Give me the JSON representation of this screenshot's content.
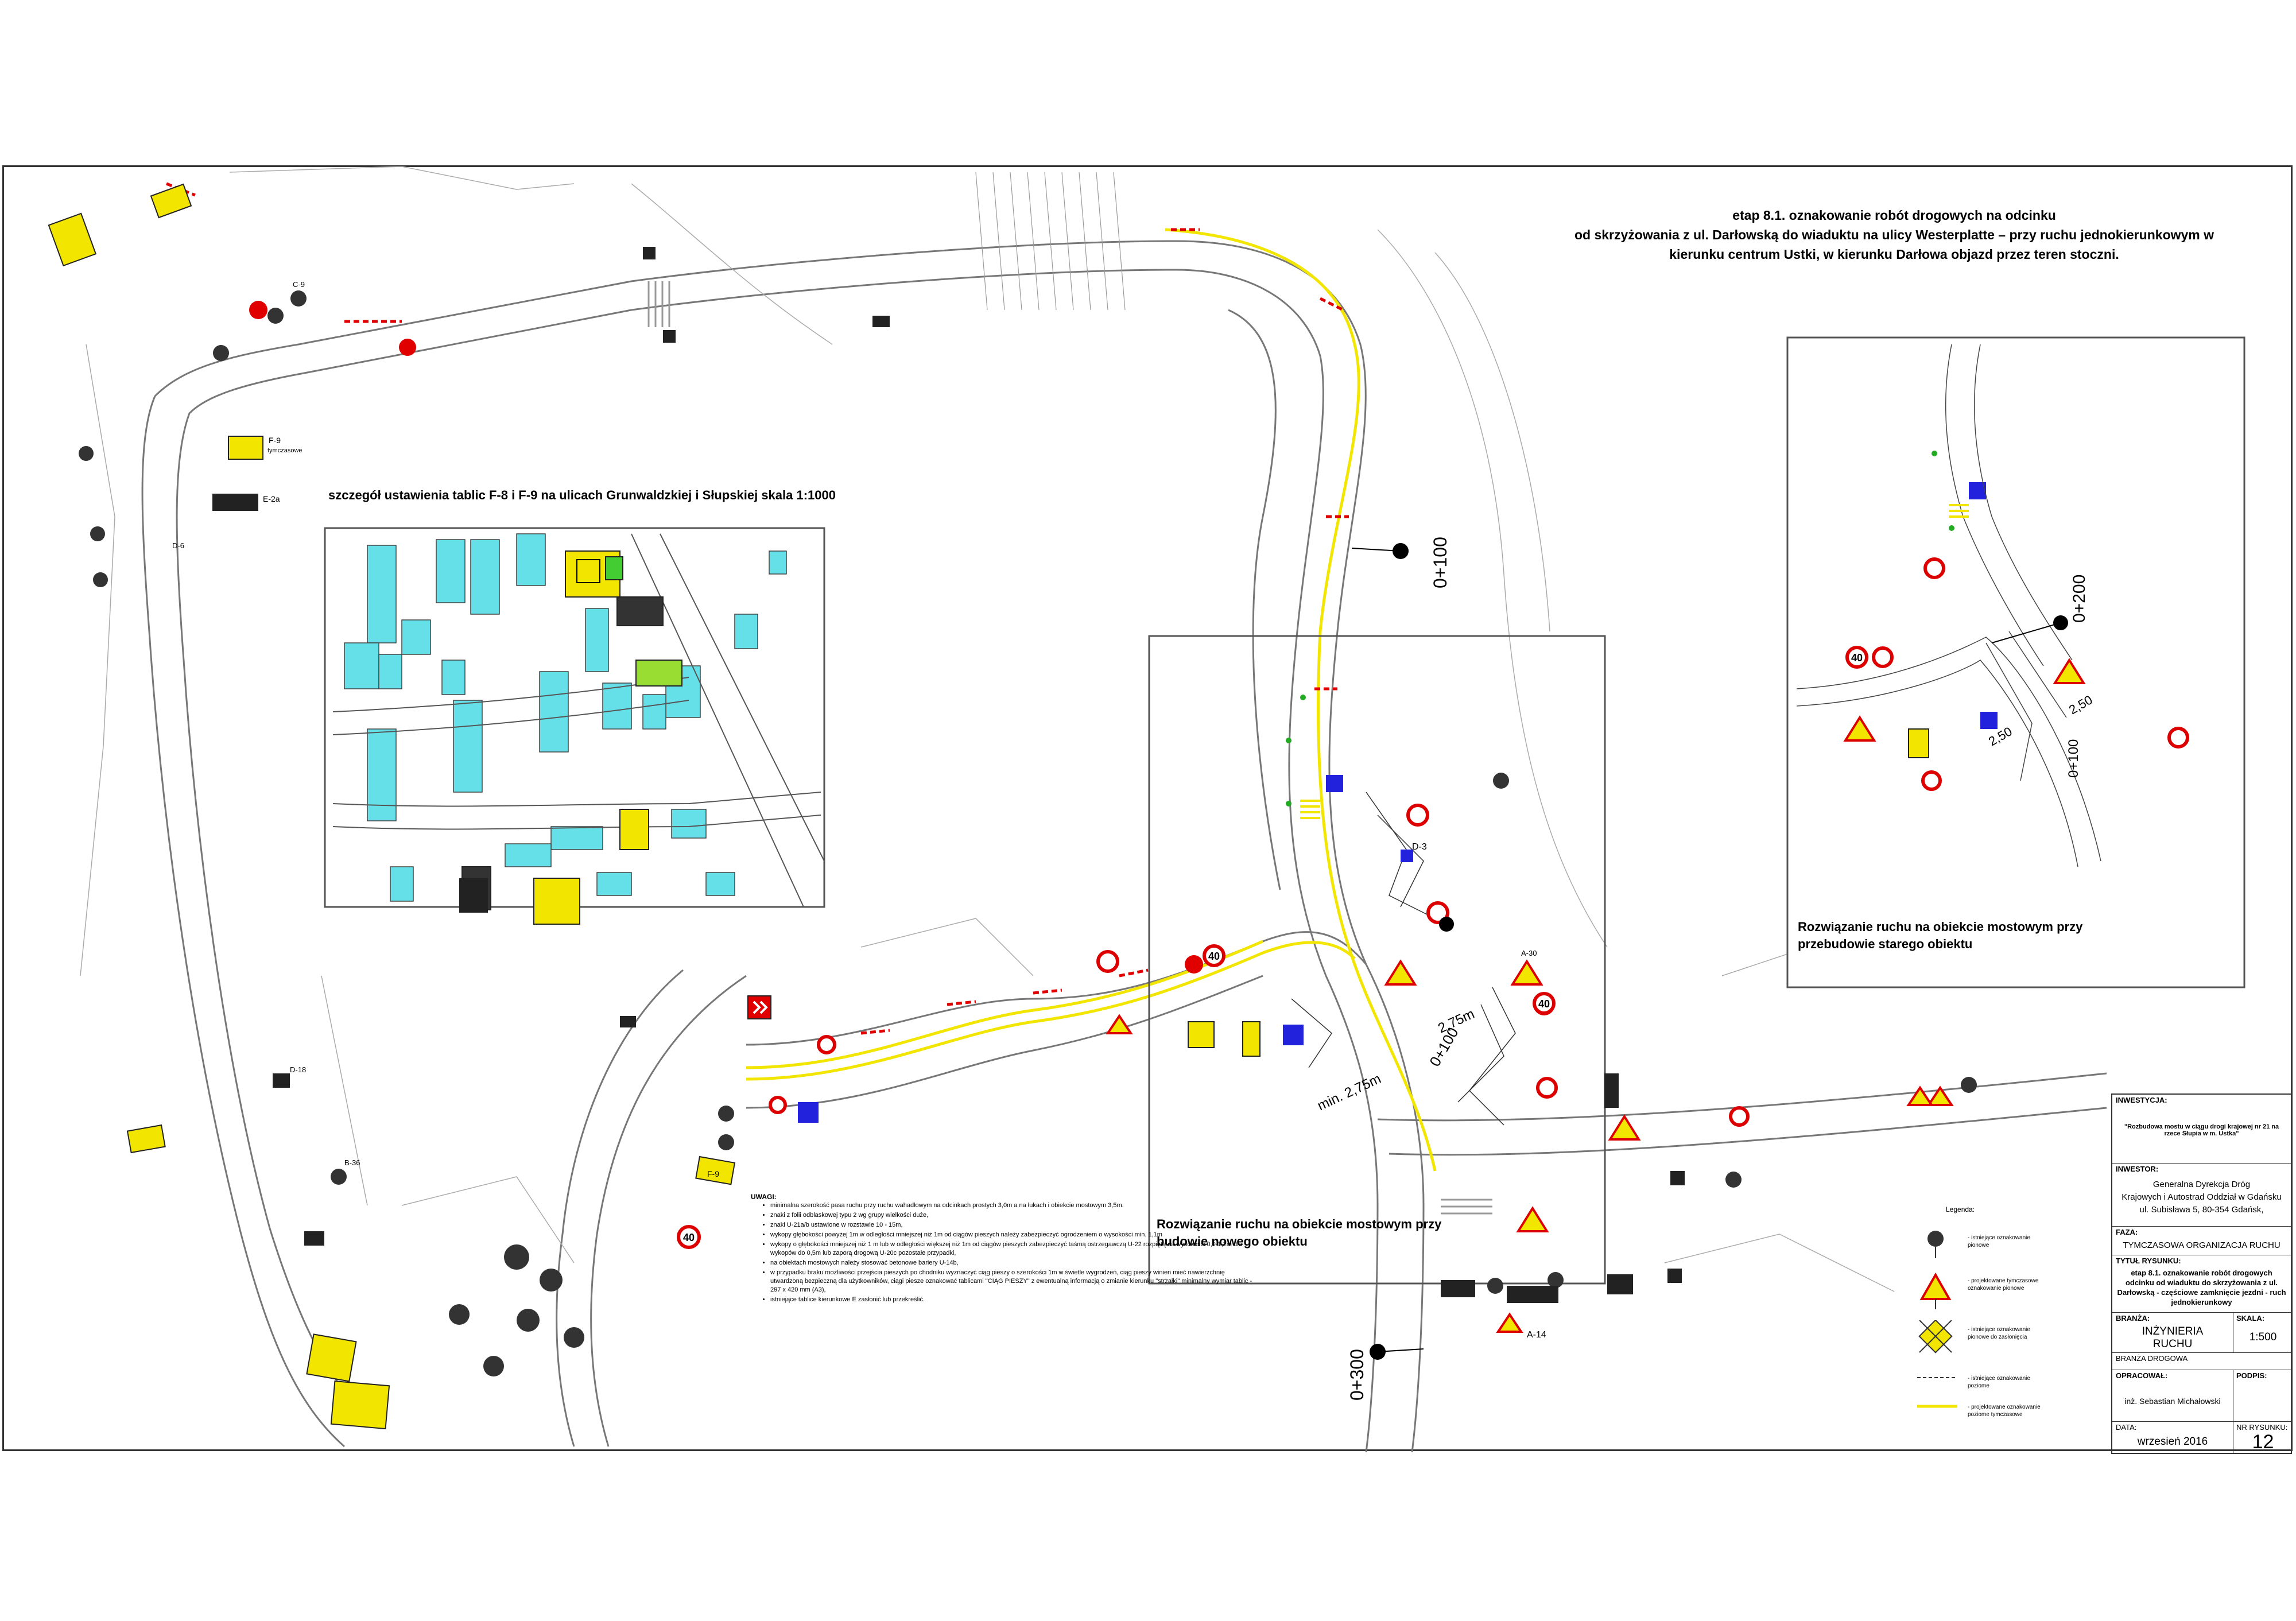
{
  "title_lines": [
    "etap 8.1. oznakowanie robót drogowych na odcinku",
    "od skrzyżowania z ul. Darłowską do wiaduktu na ulicy Westerplatte – przy ruchu jednokierunkowym w",
    "kierunku centrum Ustki, w kierunku Darłowa objazd przez teren stoczni."
  ],
  "detail_left": {
    "caption": "szczegół ustawienia tablic F-8 i F-9 na ulicach Grunwaldzkiej i Słupskiej skala 1:1000"
  },
  "detail_right": {
    "caption_lines": [
      "Rozwiązanie ruchu na obiekcie mostowym przy",
      "przebudowie starego obiektu"
    ]
  },
  "detail_center": {
    "caption_lines": [
      "Rozwiązanie ruchu na obiekcie mostowym przy",
      "budowie nowego obiektu"
    ]
  },
  "chainage": {
    "main_100": "0+100",
    "main_300": "0+300",
    "right_200": "0+200",
    "right_100": "0+100",
    "center_100": "0+100"
  },
  "dimensions": {
    "min_275": "min. 2,75m",
    "d_275": "2,75m",
    "r_250a": "2,50",
    "r_250b": "2,50"
  },
  "sign_labels": {
    "e2a": "E-2a",
    "f9": "F-9",
    "f9b": "F-9",
    "a14": "A-14",
    "d3": "D-3",
    "d18": "D-18",
    "a30": "A-30",
    "b36": "B-36",
    "c9": "C-9",
    "d6": "D-6",
    "tymczasowe": "tymczasowe"
  },
  "speed": {
    "v40": "40"
  },
  "notes": {
    "heading": "UWAGI:",
    "items": [
      "minimalna szerokość pasa ruchu przy ruchu wahadłowym na odcinkach prostych 3,0m a na łukach i obiekcie mostowym 3,5m.",
      "znaki z folii odblaskowej typu 2 wg grupy wielkości duże,",
      "znaki U-21a/b ustawione w rozstawie 10 - 15m,",
      "wykopy głębokości powyżej 1m w odległości mniejszej niż 1m od ciągów pieszych należy zabezpieczyć ogrodzeniem o wysokości min. 1,1m",
      "wykopy o głębokości mniejszej niż 1 m lub w odległości większej niż 1m od ciągów pieszych zabezpieczyć taśmą ostrzegawczą U-22 rozpiętą na wysokości 0,9-1,2m dla wykopów do 0,5m lub zaporą drogową U-20c pozostałe przypadki,",
      "na obiektach mostowych należy stosować betonowe bariery U-14b,",
      "w przypadku braku możliwości przejścia pieszych po chodniku wyznaczyć ciąg pieszy o szerokości 1m w świetle wygrodzeń, ciąg pieszy winien mieć nawierzchnię utwardzoną bezpieczną dla użytkowników, ciągi piesze oznakować tablicami \"CIĄG PIESZY\" z ewentualną informacją o zmianie kierunku \"strzałki\" minimalny wymiar tablic - 297 x 420 mm (A3),",
      "istniejące tablice kierunkowe E zasłonić lub przekreślić."
    ]
  },
  "legend": {
    "heading": "Legenda:",
    "items": [
      "- istniejące oznakowanie pionowe",
      "- projektowane tymczasowe oznakowanie pionowe",
      "- istniejące oznakowanie pionowe do zasłonięcia",
      "- istniejące oznakowanie poziome",
      "- projektowane oznakowanie poziome tymczasowe"
    ]
  },
  "title_block": {
    "inwestycja_label": "INWESTYCJA:",
    "inwestycja_value": "\"Rozbudowa mostu w ciągu drogi krajowej nr 21 na rzece Słupia w m. Ustka\"",
    "inwestor_label": "INWESTOR:",
    "inwestor_lines": [
      "Generalna Dyrekcja Dróg",
      "Krajowych i Autostrad Oddział w Gdańsku",
      "ul. Subisława 5, 80-354 Gdańsk,"
    ],
    "faza_label": "FAZA:",
    "faza_value": "TYMCZASOWA ORGANIZACJA RUCHU",
    "tytul_label": "TYTUŁ RYSUNKU:",
    "tytul_value": "etap 8.1. oznakowanie robót drogowych odcinku od wiaduktu do skrzyżowania z ul. Darłowską - częściowe zamknięcie jezdni - ruch jednokierunkowy",
    "branza_label": "BRANŻA:",
    "branza_value": "INŻYNIERIA RUCHU",
    "skala_label": "SKALA:",
    "skala_value": "1:500",
    "branza_drogowa": "BRANŻA DROGOWA",
    "opracowal_label": "OPRACOWAŁ:",
    "opracowal_value": "inż. Sebastian Michałowski",
    "podpis_label": "PODPIS:",
    "data_label": "DATA:",
    "data_value": "wrzesień 2016",
    "nr_label": "NR RYSUNKU:",
    "nr_value": "12"
  }
}
